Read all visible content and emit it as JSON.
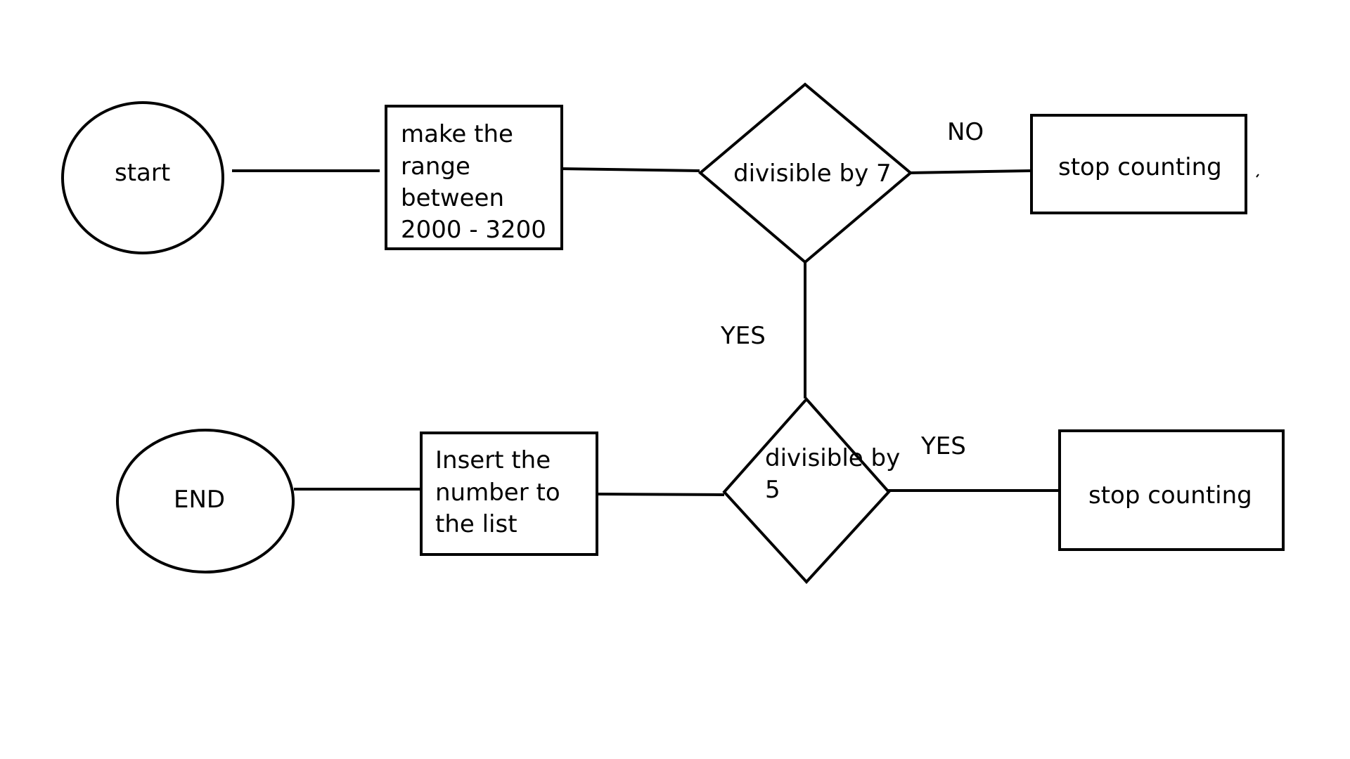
{
  "nodes": {
    "start": {
      "label": "start"
    },
    "range": {
      "lines": [
        "make the",
        "range",
        "between",
        "2000 - 3200"
      ]
    },
    "div7": {
      "label": "divisible by 7"
    },
    "stop1": {
      "label": "stop counting"
    },
    "div5": {
      "lines": [
        "divisible by",
        "5"
      ]
    },
    "stop2": {
      "label": "stop counting"
    },
    "insert": {
      "lines": [
        "Insert the",
        "number to",
        "the list"
      ]
    },
    "end": {
      "label": "END"
    }
  },
  "edges": {
    "div7_no": "NO",
    "div7_yes": "YES",
    "div5_yes": "YES"
  }
}
